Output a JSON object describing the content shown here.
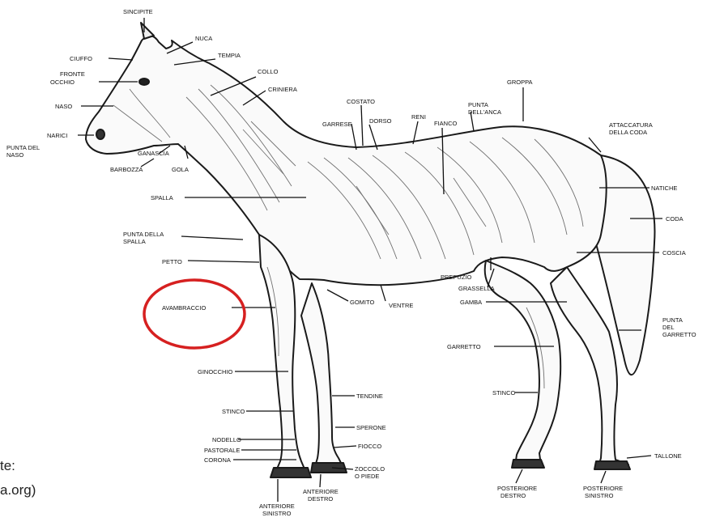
{
  "diagram": {
    "labels": {
      "sincipite": "SINCIPITE",
      "nuca": "NUCA",
      "ciuffo": "CIUFFO",
      "tempia": "TEMPIA",
      "fronte": "FRONTE",
      "occhio": "OCCHIO",
      "collo": "COLLO",
      "criniera": "CRINIERA",
      "naso": "NASO",
      "costato": "COSTATO",
      "groppa": "GROPPA",
      "garrese": "GARRESE",
      "reni": "RENI",
      "punta_anca_1": "PUNTA",
      "punta_anca_2": "DELL'ANCA",
      "dorso": "DORSO",
      "fianco": "FIANCO",
      "narici": "NARICI",
      "punta_naso_1": "PUNTA DEL",
      "punta_naso_2": "NASO",
      "attaccatura_1": "ATTACCATURA",
      "attaccatura_2": "DELLA CODA",
      "ganascia": "GANASCIA",
      "barbozza": "BARBOZZA",
      "gola": "GOLA",
      "natiche": "NATICHE",
      "spalla": "SPALLA",
      "coda": "CODA",
      "punta_spalla_1": "PUNTA DELLA",
      "punta_spalla_2": "SPALLA",
      "coscia": "COSCIA",
      "petto": "PETTO",
      "prepuzio": "PREPUZIO",
      "grassella": "GRASSELLA",
      "gomito": "GOMITO",
      "ventre": "VENTRE",
      "gamba": "GAMBA",
      "avambraccio": "AVAMBRACCIO",
      "punta_garretto_1": "PUNTA",
      "punta_garretto_2": "DEL",
      "punta_garretto_3": "GARRETTO",
      "garretto": "GARRETTO",
      "ginocchio": "GINOCCHIO",
      "tendine": "TENDINE",
      "stinco_post": "STINCO",
      "stinco_ant": "STINCO",
      "sperone": "SPERONE",
      "nodello": "NODELLO",
      "pastorale": "PASTORALE",
      "fiocco": "FIOCCO",
      "tallone": "TALLONE",
      "corona": "CORONA",
      "zoccolo_1": "ZOCCOLO",
      "zoccolo_2": "O PIEDE",
      "ant_sin_1": "ANTERIORE",
      "ant_sin_2": "SINISTRO",
      "ant_des_1": "ANTERIORE",
      "ant_des_2": "DESTRO",
      "post_des_1": "POSTERIORE",
      "post_des_2": "DESTRO",
      "post_sin_1": "POSTERIORE",
      "post_sin_2": "SINISTRO"
    },
    "highlight_color": "#d62020"
  },
  "source_caption": {
    "line1": "te:",
    "line2": "a.org)"
  }
}
